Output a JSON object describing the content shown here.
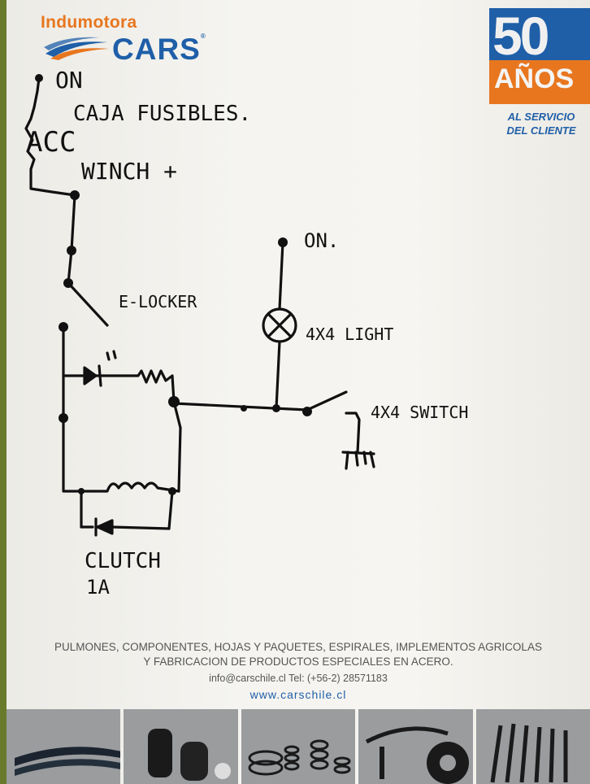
{
  "header": {
    "company_top": "Indumotora",
    "company_main": "CARS",
    "badge_number": "50",
    "badge_word": "AÑOS",
    "tagline_1": "AL SERVICIO",
    "tagline_2": "DEL CLIENTE"
  },
  "handwriting": {
    "on_top": "ON",
    "caja_fusibles": "CAJA FUSIBLES.",
    "acc": "ACC",
    "winch": "WINCH +",
    "e_locker": "E-LOCKER",
    "on_right": "ON.",
    "light": "4X4 LIGHT",
    "switch": "4X4 SWITCH",
    "clutch": "CLUTCH",
    "amp": "1A"
  },
  "footer": {
    "line1": "PULMONES, COMPONENTES, HOJAS Y PAQUETES, ESPIRALES, IMPLEMENTOS AGRICOLAS",
    "line2": "Y FABRICACION DE PRODUCTOS ESPECIALES EN ACERO.",
    "contact": "info@carschile.cl  Tel: (+56-2) 28571183",
    "website": "www.carschile.cl"
  },
  "colors": {
    "brand_blue": "#1f5fa8",
    "brand_orange": "#e8761e",
    "ink": "#111111"
  },
  "product_strip": [
    "leaf-springs",
    "air-bags",
    "coil-springs",
    "u-bolts-gear",
    "bolts"
  ]
}
